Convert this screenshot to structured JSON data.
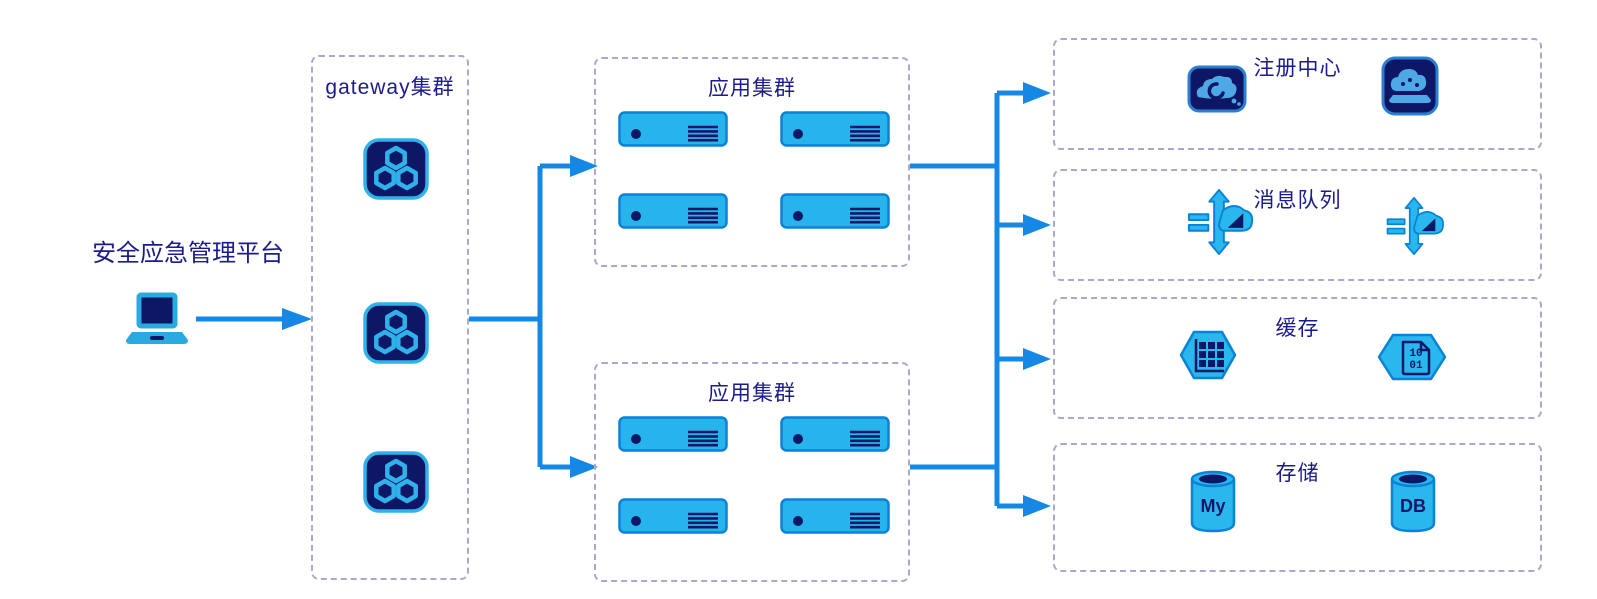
{
  "client": {
    "label": "安全应急管理平台",
    "icon": "laptop-icon"
  },
  "gateway_cluster": {
    "title": "gateway集群",
    "node_count": 3,
    "node_icon": "hexagon-cluster-icon"
  },
  "app_clusters": [
    {
      "title": "应用集群",
      "server_count": 4
    },
    {
      "title": "应用集群",
      "server_count": 4
    }
  ],
  "service_groups": [
    {
      "title": "注册中心",
      "icons": [
        "cloud-swirl-icon",
        "cloud-platform-icon"
      ]
    },
    {
      "title": "消息队列",
      "icons": [
        "message-routing-icon",
        "message-routing-icon"
      ]
    },
    {
      "title": "缓存",
      "icons": [
        "grid-table-hexagon-icon",
        "binary-document-hexagon-icon"
      ],
      "binary_text": [
        "10",
        "01"
      ]
    },
    {
      "title": "存储",
      "icons": [
        "database-cylinder-icon",
        "database-cylinder-icon"
      ],
      "db_labels": [
        "My",
        "DB"
      ]
    }
  ],
  "colors": {
    "connector_blue": "#1488e4",
    "icon_cyan": "#29b7ed",
    "icon_cyan_border": "#0a82d6",
    "icon_navy": "#0e1766",
    "icon_light_blue": "#4fa8e6",
    "title_text": "#1b1b8e",
    "dashed_border": "#a9a9cf",
    "background": "#ffffff"
  }
}
